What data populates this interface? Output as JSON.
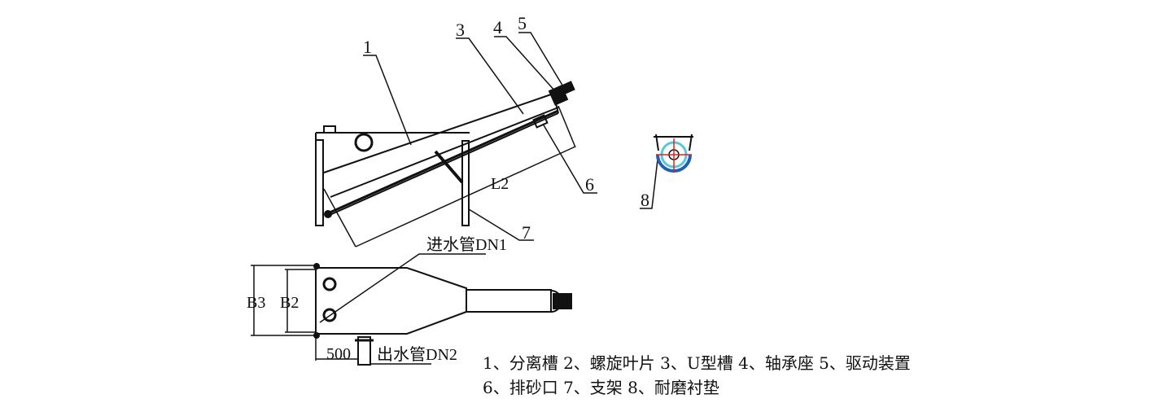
{
  "callouts": [
    "1",
    "3",
    "4",
    "5",
    "6",
    "7",
    "8"
  ],
  "dimensions": {
    "l2": "L2",
    "b3": "B3",
    "b2": "B2",
    "width_500": "500"
  },
  "pipes": {
    "inlet": "进水管DN1",
    "outlet": "出水管DN2"
  },
  "legend": {
    "line1": "1、分离槽 2、螺旋叶片 3、U型槽 4、轴承座 5、驱动装置",
    "line2": "6、排砂口 7、支架 8、耐磨衬垫"
  },
  "colors": {
    "line": "#111111",
    "liner_outer": "#1f5fb8",
    "liner_inner": "#5cc7d8",
    "center_mark": "#e02020"
  }
}
